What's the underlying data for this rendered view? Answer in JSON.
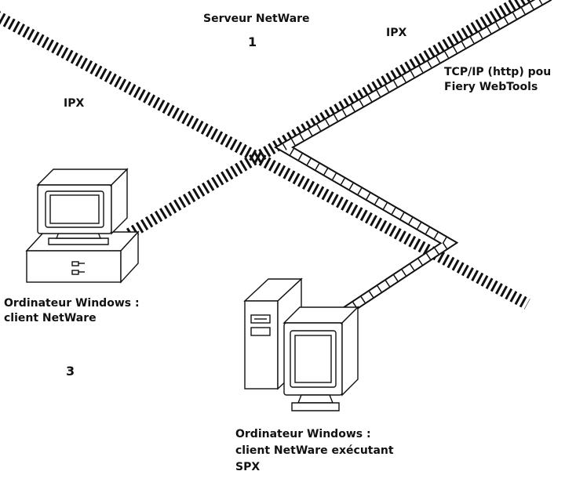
{
  "labels": {
    "server": "Serveur NetWare",
    "server_num": "1",
    "ipx_top": "IPX",
    "ipx_left": "IPX",
    "tcpip_line1": "TCP/IP (http) pou",
    "tcpip_line2": "Fiery WebTools",
    "client_left_line1": "Ordinateur Windows :",
    "client_left_line2": "client NetWare",
    "client_left_num": "3",
    "client_right_line1": "Ordinateur Windows :",
    "client_right_line2": "client NetWare exécutant",
    "client_right_line3": "SPX"
  },
  "icons": {
    "ipx_cable": "dashed-network-cable-icon",
    "tcpip_cable": "hatched-network-cable-icon",
    "left_computer": "desktop-computer-icon",
    "right_computer": "tower-computer-icon"
  },
  "colors": {
    "line": "#111111",
    "background": "#ffffff"
  }
}
